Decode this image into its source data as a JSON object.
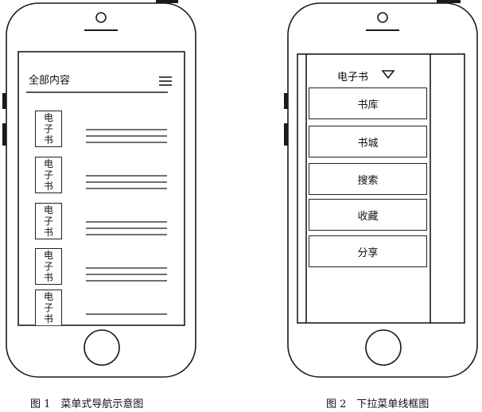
{
  "figure1": {
    "title": "全部内容",
    "ebook_label": "电子书",
    "caption": "图 1　菜单式导航示意图"
  },
  "figure2": {
    "dropdown_header": "电子书",
    "menu_items": [
      "书库",
      "书城",
      "搜索",
      "收藏",
      "分享"
    ],
    "caption": "图 2　下拉菜单线框图"
  }
}
